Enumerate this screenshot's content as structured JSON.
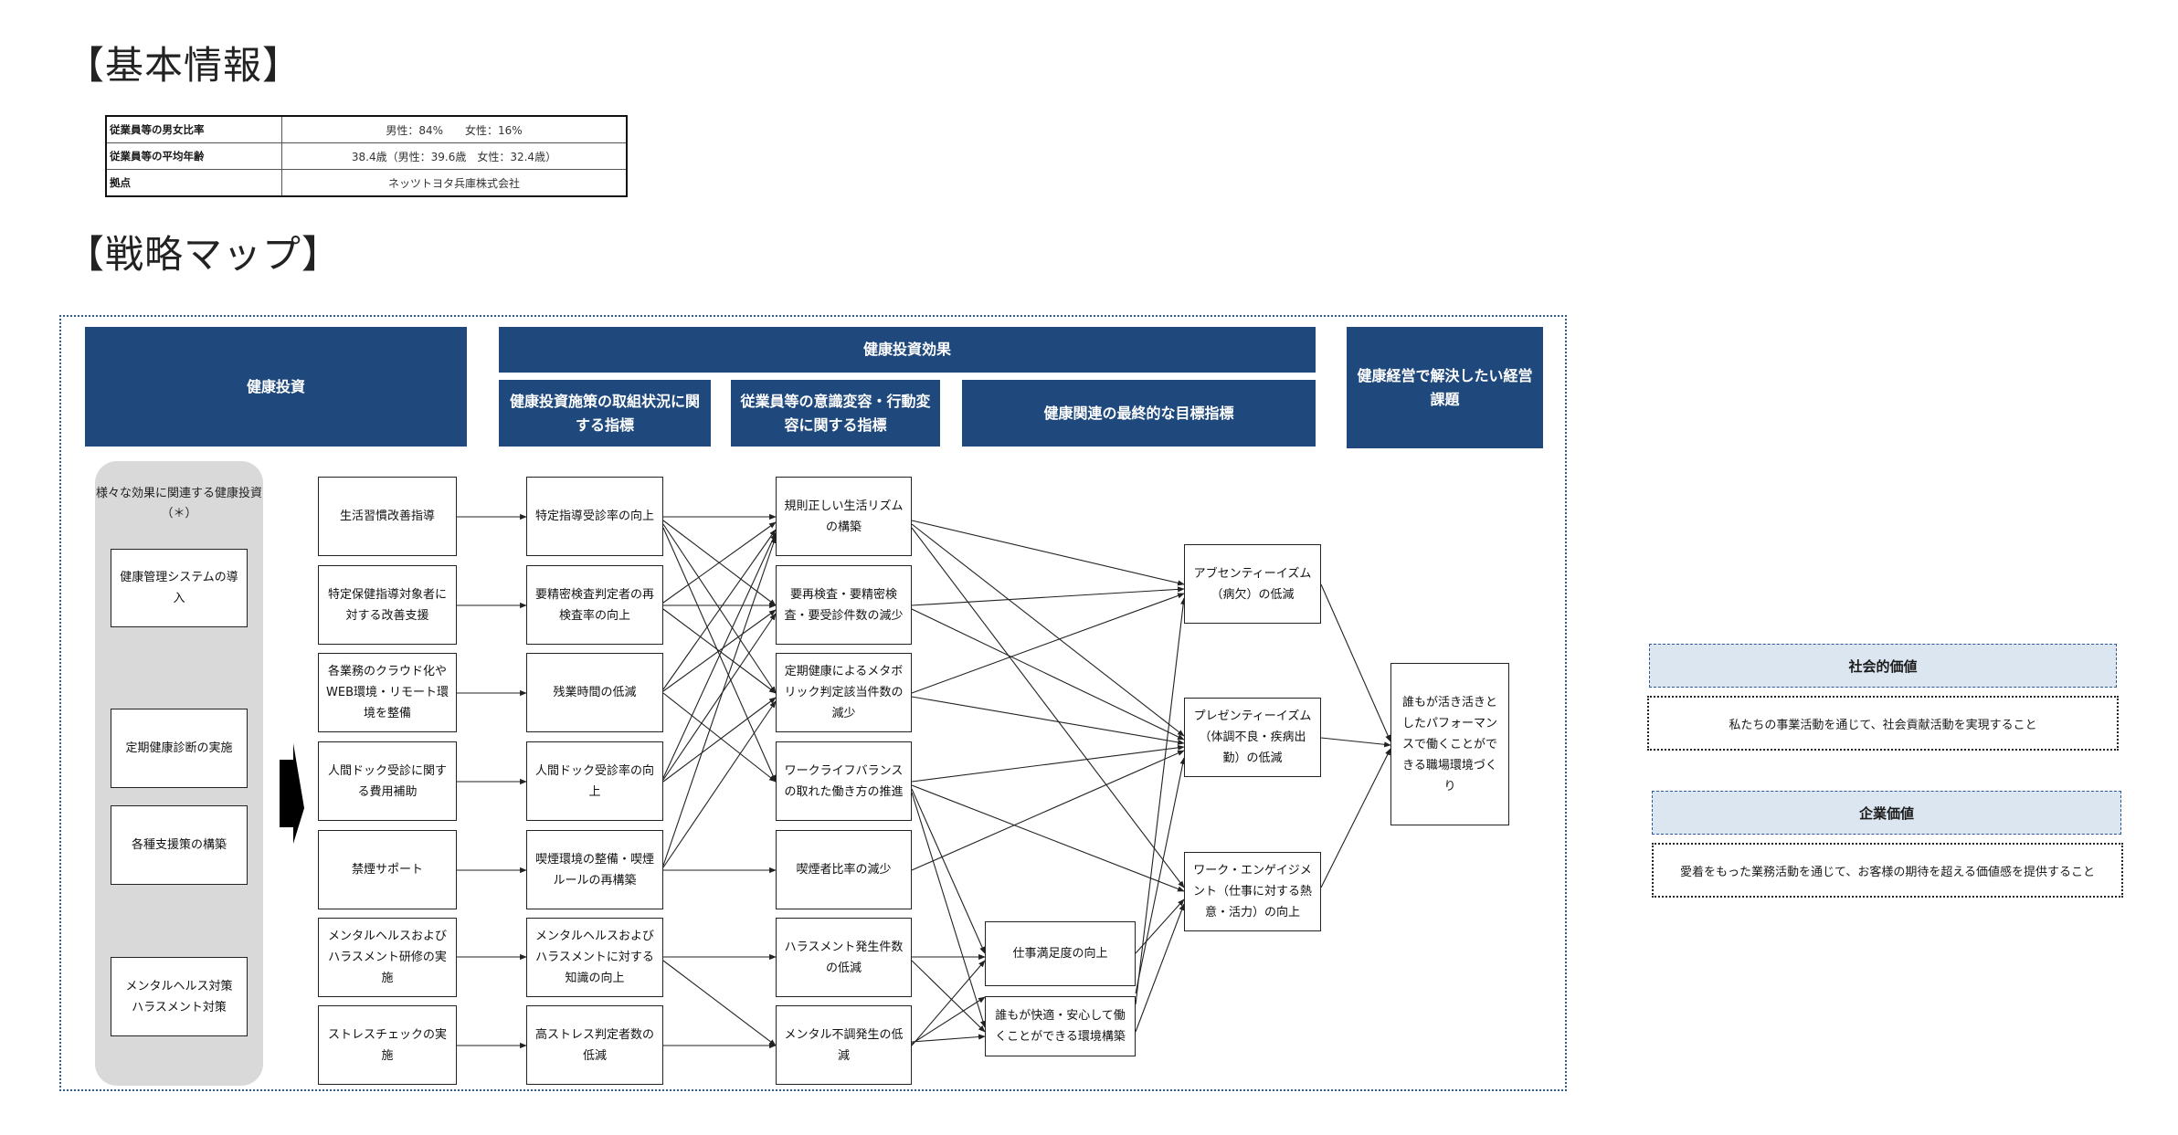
{
  "basic_info": {
    "title": "【基本情報】",
    "rows": [
      {
        "label": "従業員等の男女比率",
        "value": "男性：84%　　女性：16%"
      },
      {
        "label": "従業員等の平均年齢",
        "value": "38.4歳（男性：39.6歳　女性：32.4歳）"
      },
      {
        "label": "拠点",
        "value": "ネッツトヨタ兵庫株式会社"
      }
    ]
  },
  "strategy_map": {
    "title": "【戦略マップ】",
    "headers": {
      "investment": "健康投資",
      "effect": "健康投資効果",
      "effect_sub1": "健康投資施策の取組状況に関する指標",
      "effect_sub2": "従業員等の意識変容・行動変容に関する指標",
      "effect_sub3": "健康関連の最終的な目標指標",
      "issue": "健康経営で解決したい経営課題"
    },
    "group": {
      "title": "様々な効果に関連する健康投資（＊）",
      "items": [
        "健康管理システムの導入",
        "定期健康診断の実施",
        "各種支援策の構築",
        "メンタルヘルス対策 ハラスメント対策"
      ]
    },
    "col_investments": [
      "生活習慣改善指導",
      "特定保健指導対象者に対する改善支援",
      "各業務のクラウド化やWEB環境・リモート環境を整備",
      "人間ドック受診に関する費用補助",
      "禁煙サポート",
      "メンタルヘルスおよびハラスメント研修の実施",
      "ストレスチェックの実施"
    ],
    "col_indicators": [
      "特定指導受診率の向上",
      "要精密検査判定者の再検査率の向上",
      "残業時間の低減",
      "人間ドック受診率の向上",
      "喫煙環境の整備・喫煙ルールの再構築",
      "メンタルヘルスおよびハラスメントに対する知識の向上",
      "高ストレス判定者数の低減"
    ],
    "col_behavior": [
      "規則正しい生活リズムの構築",
      "要再検査・要精密検査・要受診件数の減少",
      "定期健康によるメタボリック判定該当件数の減少",
      "ワークライフバランスの取れた働き方の推進",
      "喫煙者比率の減少",
      "ハラスメント発生件数の低減",
      "メンタル不調発生の低減"
    ],
    "col_mid": [
      "仕事満足度の向上",
      "誰もが快適・安心して働くことができる環境構築"
    ],
    "col_goals": [
      "アブセンティーイズム（病欠）の低減",
      "プレゼンティーイズム（体調不良・疾病出勤）の低減",
      "ワーク・エンゲイジメント（仕事に対する熱意・活力）の向上"
    ],
    "final_issue": "誰もが活き活きとしたパフォーマンスで働くことができる職場環境づくり"
  },
  "values": {
    "social": {
      "title": "社会的価値",
      "text": "私たちの事業活動を通じて、社会貢献活動を実現すること"
    },
    "corporate": {
      "title": "企業価値",
      "text": "愛着をもった業務活動を通じて、お客様の期待を超える価値感を提供すること"
    }
  },
  "colors": {
    "header_bg": "#1f497d",
    "value_header_bg": "#dce6f1",
    "group_bg": "#d9d9d9"
  }
}
